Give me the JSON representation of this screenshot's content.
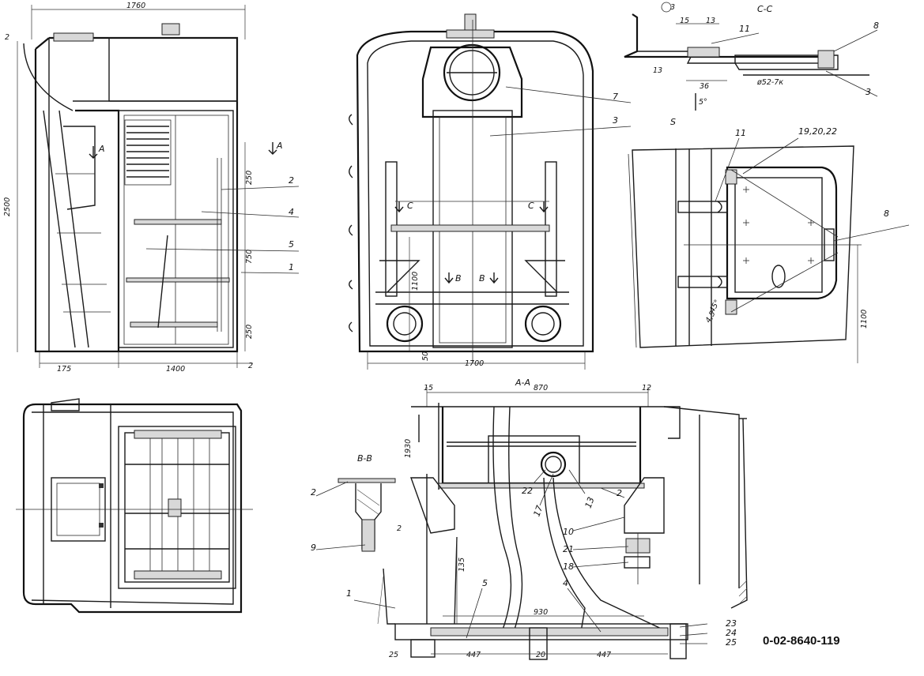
{
  "drawing_code": "0-02-8640-119",
  "side_view": {
    "dims": {
      "top_width": "1760",
      "height": "2500",
      "bottom_left": "175",
      "bottom_width": "1400",
      "bottom_right": "2",
      "v250a": "250",
      "v750": "750",
      "v250b": "250",
      "top_small": "2"
    },
    "section_mark": "A",
    "callouts": [
      "2",
      "4",
      "5",
      "1"
    ]
  },
  "front_view": {
    "dims": {
      "bottom_width": "1700",
      "left_small": "50",
      "center_h": "1100"
    },
    "section_marks": {
      "c": "C",
      "b": "B"
    },
    "callouts": [
      "7",
      "3"
    ]
  },
  "section_cc": {
    "title": "C-C",
    "dims": {
      "d1": "15",
      "d2": "13",
      "d3": "13",
      "d4": "36",
      "rod": "ø52-7к"
    },
    "marker": "3",
    "view_label": "S",
    "angle": "5°",
    "callouts": [
      "11",
      "8",
      "3"
    ]
  },
  "detail_view": {
    "callouts": [
      "11",
      "19,20,22",
      "8"
    ],
    "dims": {
      "right_h": "1100",
      "small_a": "4,5",
      "small_b": "45°"
    }
  },
  "section_bb": {
    "title": "B-B",
    "callouts": [
      "2",
      "9"
    ],
    "dim": "2"
  },
  "section_aa": {
    "title": "A-A",
    "dims": {
      "left": "15",
      "width": "870",
      "right": "12",
      "h1930": "1930",
      "h135": "135",
      "bottom_inner": "930",
      "b447a": "447",
      "b20": "20",
      "b447b": "447",
      "b25": "25"
    },
    "callouts": [
      "22",
      "17",
      "13",
      "2",
      "10",
      "21",
      "18",
      "5",
      "4",
      "1",
      "25",
      "24",
      "23"
    ]
  }
}
